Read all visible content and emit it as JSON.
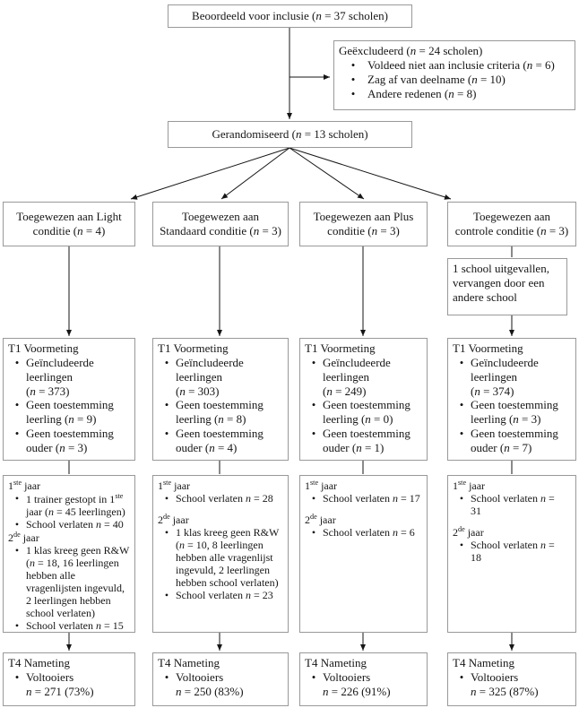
{
  "glyphs": {
    "bullet": "•"
  },
  "diagram": {
    "assessed": "Beoordeeld voor inclusie (*n* = 37 scholen)",
    "excluded": {
      "title": "Geëxcludeerd (*n* = 24 scholen)",
      "items": [
        "Voldeed niet aan inclusie criteria (*n* = 6)",
        "Zag af van deelname (*n* = 10)",
        "Andere redenen (*n* = 8)"
      ]
    },
    "randomized": "Gerandomiseerd (*n* = 13 scholen)",
    "dropout_note": "1 school uitgevallen, vervangen door een andere school",
    "columns": [
      {
        "allocation": "Toegewezen aan Light\nconditie (*n* = 4)",
        "t1": {
          "title": "T1 Voormeting",
          "items": [
            "Geïncludeerde\nleerlingen\n(*n* = 373)",
            "Geen toestemming\nleerling (*n* = 9)",
            "Geen toestemming\nouder (*n* = 3)"
          ]
        },
        "years": {
          "first_label": "1^ste^ jaar",
          "first_items": [
            "1 trainer gestopt in 1^ste^ jaar (*n* = 45 leerlingen)",
            "School verlaten *n* = 40"
          ],
          "second_label": "2^de^ jaar",
          "second_items": [
            "1 klas kreeg geen R&W (*n* = 18, 16 leerlingen hebben alle vragenlijsten ingevuld, 2 leerlingen hebben school verlaten)",
            "School verlaten *n* = 15"
          ]
        },
        "t4": {
          "title": "T4 Nameting",
          "items": [
            "Voltooiers\n*n* = 271 (73%)"
          ]
        }
      },
      {
        "allocation": "Toegewezen aan\nStandaard conditie (*n* = 3)",
        "t1": {
          "title": "T1 Voormeting",
          "items": [
            "Geïncludeerde\nleerlingen\n(*n* = 303)",
            "Geen toestemming\nleerling (*n* = 8)",
            "Geen toestemming\nouder (*n* = 4)"
          ]
        },
        "years": {
          "first_label": "1^ste^ jaar",
          "first_items": [
            "School verlaten *n* = 28"
          ],
          "second_label": "2^de^ jaar",
          "second_items": [
            "1 klas kreeg geen R&W (*n* = 10, 8 leerlingen hebben alle vragenlijst ingevuld, 2 leerlingen hebben school verlaten)",
            "School verlaten *n* = 23"
          ]
        },
        "t4": {
          "title": "T4 Nameting",
          "items": [
            "Voltooiers\n*n* = 250 (83%)"
          ]
        }
      },
      {
        "allocation": "Toegewezen aan Plus\nconditie (*n* = 3)",
        "t1": {
          "title": "T1 Voormeting",
          "items": [
            "Geïncludeerde\nleerlingen\n(*n* = 249)",
            "Geen toestemming\nleerling (*n* = 0)",
            "Geen toestemming\nouder (*n* = 1)"
          ]
        },
        "years": {
          "first_label": "1^ste^ jaar",
          "first_items": [
            "School verlaten *n* = 17"
          ],
          "second_label": "2^de^ jaar",
          "second_items": [
            "School verlaten *n* = 6"
          ]
        },
        "t4": {
          "title": "T4 Nameting",
          "items": [
            "Voltooiers\n*n* = 226 (91%)"
          ]
        }
      },
      {
        "allocation": "Toegewezen aan\ncontrole conditie (*n* = 3)",
        "t1": {
          "title": "T1 Voormeting",
          "items": [
            "Geïncludeerde\nleerlingen\n(*n* = 374)",
            "Geen toestemming\nleerling (*n* = 3)",
            "Geen toestemming\nouder (*n* = 7)"
          ]
        },
        "years": {
          "first_label": "1^ste^ jaar",
          "first_items": [
            "School verlaten *n* =\n31"
          ],
          "second_label": "2^de^ jaar",
          "second_items": [
            "School verlaten *n* =\n18"
          ]
        },
        "t4": {
          "title": "T4 Nameting",
          "items": [
            "Voltooiers\n*n* = 325 (87%)"
          ]
        }
      }
    ]
  }
}
